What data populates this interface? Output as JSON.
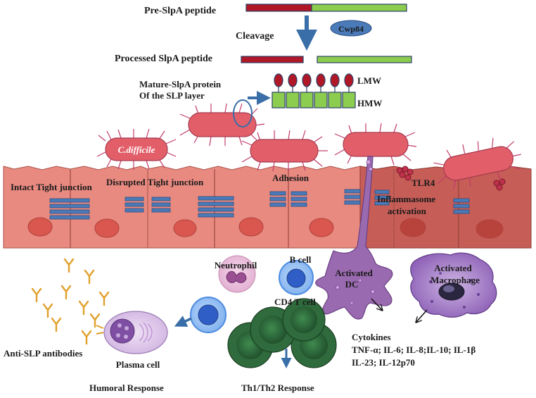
{
  "labels": {
    "pre_slpa": "Pre-SlpA peptide",
    "cleavage": "Cleavage",
    "cwp84": "Cwp84",
    "processed_slpa": "Processed SlpA peptide",
    "mature_line1": "Mature-SlpA protein",
    "mature_line2": "Of the SLP layer",
    "lmw": "LMW",
    "hmw": "HMW",
    "c_difficile": "C.difficile",
    "intact_tj": "Intact Tight junction",
    "disrupted_tj": "Disrupted Tight junction",
    "adhesion": "Adhesion",
    "tlr4": "TLR4",
    "inflammasome_line1": "Inflammasome",
    "inflammasome_line2": "activation",
    "neutrophil": "Neutrophil",
    "b_cell": "B cell",
    "activated_dc_line1": "Activated",
    "activated_dc_line2": "DC",
    "activated_macro_line1": "Activated",
    "activated_macro_line2": "Macrophage",
    "cd4_t_cell": "CD4 T cell",
    "cytokines_title": "Cytokines",
    "cytokines_line1": "TNF-α; IL-6; IL-8;IL-10; IL-1β",
    "cytokines_line2": "IL-23; IL-12p70",
    "anti_slp": "Anti-SLP antibodies",
    "plasma_cell": "Plasma cell",
    "humoral": "Humoral  Response",
    "th_response": "Th1/Th2 Response"
  },
  "colors": {
    "lmw_red": "#b01827",
    "hmw_green": "#8ccd4f",
    "epithelium": "#e88a80",
    "inflamed_epithelium": "#c65d56",
    "bacterium": "#e25f6a",
    "junction_blue": "#4a7ab8",
    "arrow_blue": "#3a6ea8",
    "dc_purple": "#9a6ab0",
    "macrophage_purple": "#8a5cb4",
    "t_cell_green": "#2f6b3c",
    "b_cell_blue": "#4c8be0",
    "antibody_gold": "#e0a12c"
  }
}
